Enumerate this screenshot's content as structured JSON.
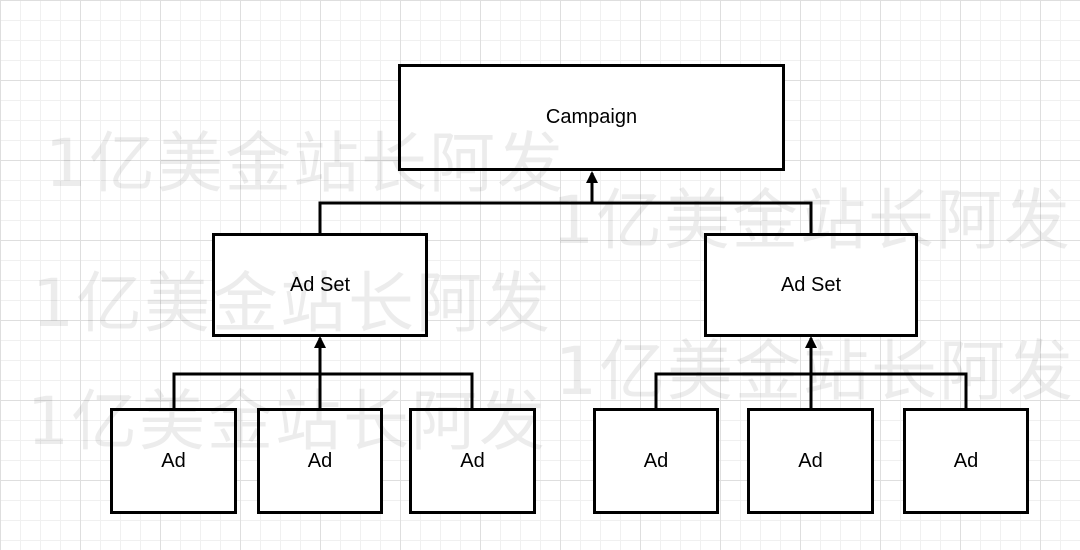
{
  "diagram": {
    "root": {
      "label": "Campaign"
    },
    "ad_sets": [
      {
        "label": "Ad Set",
        "ads": [
          "Ad",
          "Ad",
          "Ad"
        ]
      },
      {
        "label": "Ad Set",
        "ads": [
          "Ad",
          "Ad",
          "Ad"
        ]
      }
    ]
  },
  "watermarks": [
    "1亿美金站长阿发",
    "1亿美金站长阿发",
    "1亿美金站长阿发",
    "1亿美金站长阿发",
    "1亿美金站长阿发"
  ],
  "colors": {
    "stroke": "#000000",
    "node_fill": "#ffffff",
    "grid": "#dedede"
  }
}
